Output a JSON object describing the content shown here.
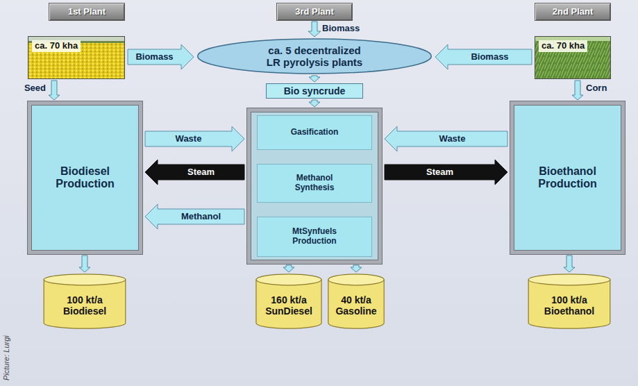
{
  "diagram": {
    "nodes": [
      {
        "text": [
          "1st Plant"
        ]
      },
      {
        "text": [
          "3rd Plant"
        ]
      },
      {
        "text": [
          "2nd Plant"
        ]
      },
      {
        "text": [
          "ca. 5 decentralized LR pyrolysis plants"
        ]
      },
      {
        "text": [
          "ca. 70 kha"
        ]
      },
      {
        "text": [
          "ca. 70 kha"
        ]
      },
      {
        "text": [
          "Bio syncrude"
        ]
      },
      {
        "text": [
          "Biodiesel Production"
        ]
      },
      {
        "text": []
      },
      {
        "text": [
          "Gasification"
        ],
        "in": 8
      },
      {
        "text": [
          "Methanol Synthesis"
        ],
        "in": 8
      },
      {
        "text": [
          "MtSynfuels Production"
        ],
        "in": 8
      },
      {
        "text": [
          "Bioethanol Production"
        ]
      },
      {
        "text": [
          "100 kt/a",
          "Biodiesel"
        ]
      },
      {
        "text": [
          "160 kt/a",
          "SunDiesel"
        ]
      },
      {
        "text": [
          "40 kt/a",
          "Gasoline"
        ]
      },
      {
        "text": [
          "100 kt/a",
          "Bioethanol"
        ]
      }
    ],
    "edges": [
      {
        "from": 4,
        "to": 3,
        "label": "Biomass",
        "arrow": "to"
      },
      {
        "from": 5,
        "to": 3,
        "label": "Biomass",
        "arrow": "to"
      },
      {
        "from": 4,
        "to": 7,
        "label": "Seed",
        "arrow": "to"
      },
      {
        "from": 5,
        "to": 12,
        "label": "Corn",
        "arrow": "to"
      },
      {
        "from": 3,
        "to": 6,
        "arrow": "to"
      },
      {
        "from": 6,
        "to": 8,
        "arrow": "to"
      },
      {
        "from": 7,
        "to": 8,
        "label": "Waste",
        "arrow": "to"
      },
      {
        "from": 8,
        "to": 7,
        "label": "Steam",
        "arrow": "to"
      },
      {
        "from": 8,
        "to": 7,
        "label": "Methanol",
        "arrow": "to"
      },
      {
        "from": 12,
        "to": 8,
        "label": "Waste",
        "arrow": "to"
      },
      {
        "from": 8,
        "to": 12,
        "label": "Steam",
        "arrow": "to"
      },
      {
        "from": 9,
        "to": 10,
        "arrow": "to"
      },
      {
        "from": 10,
        "to": 11,
        "arrow": "to"
      },
      {
        "from": 7,
        "to": 13,
        "arrow": "to"
      },
      {
        "from": 8,
        "to": 14,
        "arrow": "to"
      },
      {
        "from": 8,
        "to": 15,
        "arrow": "to"
      },
      {
        "from": 12,
        "to": 16,
        "arrow": "to"
      }
    ],
    "labels": [
      "Biomass",
      "Picture: Lurgi"
    ]
  }
}
